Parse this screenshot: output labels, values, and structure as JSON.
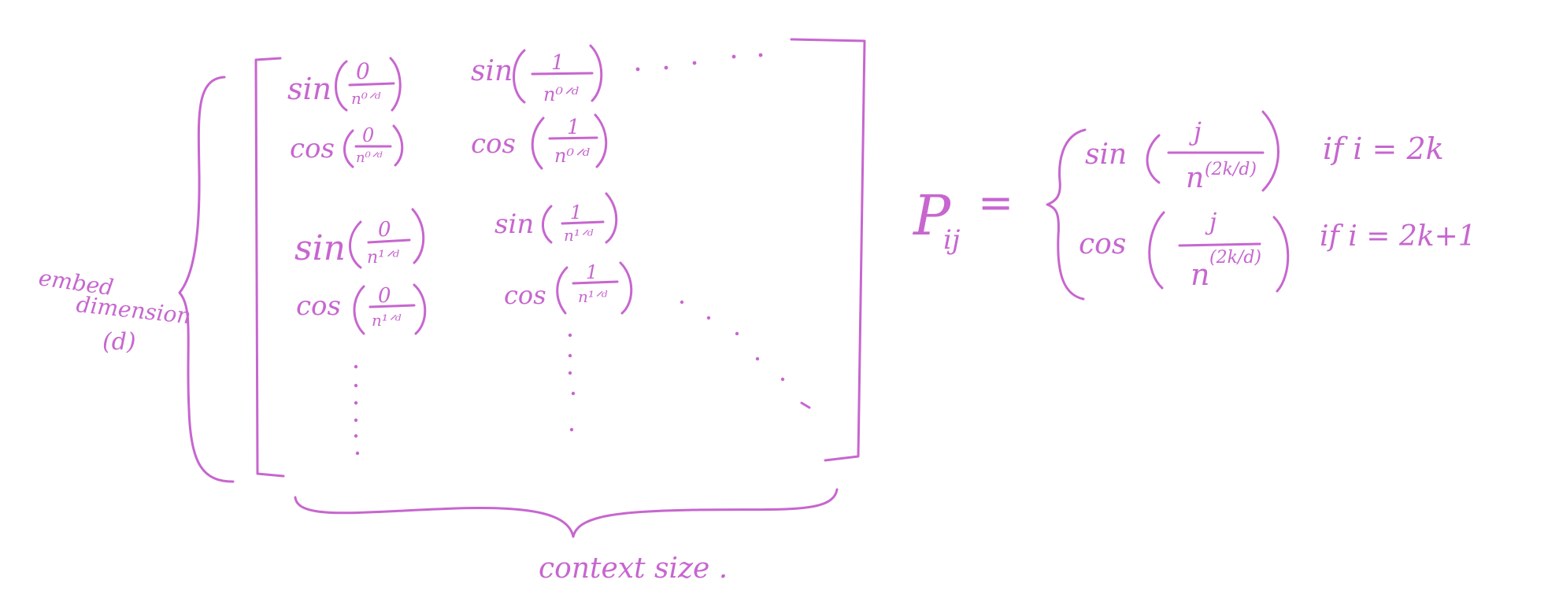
{
  "ink_color": "#c766cf",
  "matrix": {
    "cells": [
      {
        "fn": "sin",
        "num": "0",
        "den": "n⁰ᐟᵈ"
      },
      {
        "fn": "sin",
        "num": "1",
        "den": "n⁰ᐟᵈ"
      },
      {
        "fn": "cos",
        "num": "0",
        "den": "n⁰ᐟᵈ"
      },
      {
        "fn": "cos",
        "num": "1",
        "den": "n⁰ᐟᵈ"
      },
      {
        "fn": "sin",
        "num": "0",
        "den": "n¹ᐟᵈ"
      },
      {
        "fn": "sin",
        "num": "1",
        "den": "n¹ᐟᵈ"
      },
      {
        "fn": "cos",
        "num": "0",
        "den": "n¹ᐟᵈ"
      },
      {
        "fn": "cos",
        "num": "1",
        "den": "n¹ᐟᵈ"
      }
    ]
  },
  "labels": {
    "embed_line1": "embed",
    "embed_line2": "dimension",
    "embed_line3": "(d)",
    "context": "context size ."
  },
  "formula": {
    "lhs": "P",
    "lhs_sub": "ij",
    "equals": "=",
    "row1": {
      "fn": "sin",
      "num": "j",
      "den": "n",
      "exp": "(2k/d)",
      "cond": "if  i = 2k"
    },
    "row2": {
      "fn": "cos",
      "num": "j",
      "den": "n",
      "exp": "(2k/d)",
      "cond": "if  i = 2k+1"
    }
  }
}
